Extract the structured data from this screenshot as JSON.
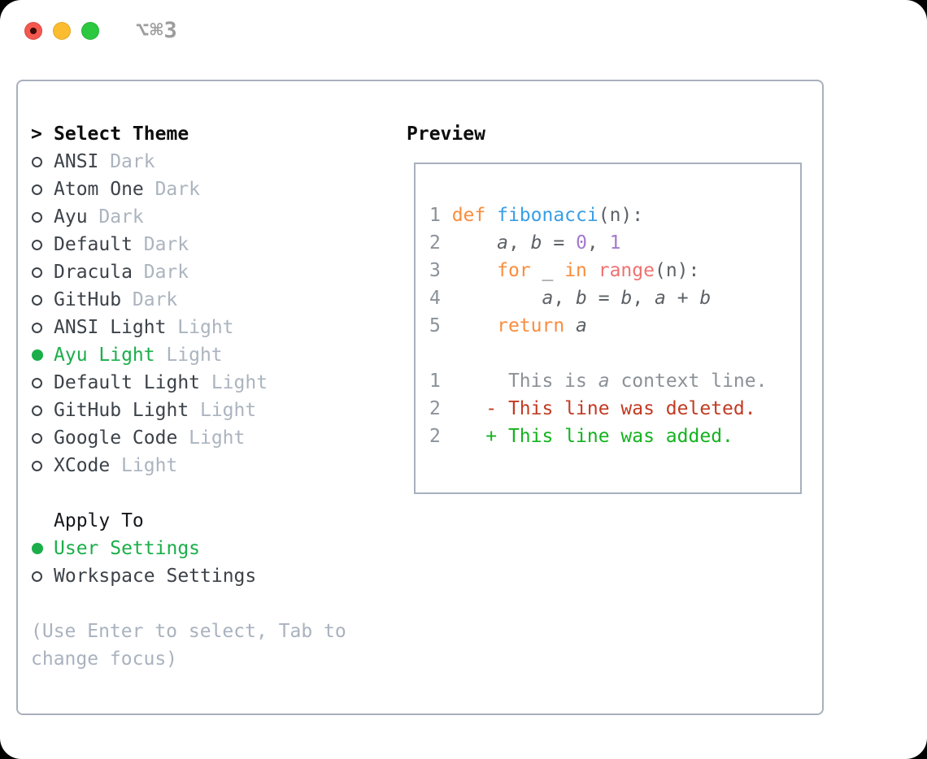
{
  "window": {
    "title": "⌥⌘3",
    "traffic_lights": [
      "close",
      "minimize",
      "zoom"
    ]
  },
  "colors": {
    "panel_border": "#a9b0bc",
    "selection_green": "#1bae4a",
    "muted_gray": "#abb4bf",
    "item_text": "#3c4249",
    "keyword_orange": "#fa8d3e",
    "function_blue": "#399ee6",
    "builtin_red": "#f07171",
    "number_purple": "#a37acc",
    "code_text": "#5c6166",
    "line_number_gray": "#8a9199",
    "diff_deleted_red": "#c23a22",
    "diff_added_green": "#13b31f",
    "traffic_red": "#f4584e",
    "traffic_yellow": "#fbbc2f",
    "traffic_green": "#2bc840"
  },
  "theme_panel": {
    "prompt": ">",
    "title": "Select Theme",
    "themes": [
      {
        "name": "ANSI",
        "tag": "Dark",
        "selected": false
      },
      {
        "name": "Atom One",
        "tag": "Dark",
        "selected": false
      },
      {
        "name": "Ayu",
        "tag": "Dark",
        "selected": false
      },
      {
        "name": "Default",
        "tag": "Dark",
        "selected": false
      },
      {
        "name": "Dracula",
        "tag": "Dark",
        "selected": false
      },
      {
        "name": "GitHub",
        "tag": "Dark",
        "selected": false
      },
      {
        "name": "ANSI Light",
        "tag": "Light",
        "selected": false
      },
      {
        "name": "Ayu Light",
        "tag": "Light",
        "selected": true
      },
      {
        "name": "Default Light",
        "tag": "Light",
        "selected": false
      },
      {
        "name": "GitHub Light",
        "tag": "Light",
        "selected": false
      },
      {
        "name": "Google Code",
        "tag": "Light",
        "selected": false
      },
      {
        "name": "XCode",
        "tag": "Light",
        "selected": false
      }
    ],
    "apply_to": {
      "title": "Apply To",
      "options": [
        {
          "label": "User Settings",
          "selected": true
        },
        {
          "label": "Workspace Settings",
          "selected": false
        }
      ]
    },
    "help": "(Use Enter to select, Tab to change focus)"
  },
  "preview": {
    "title": "Preview",
    "lines": [
      {
        "segs": [
          {
            "s": "num",
            "t": "1 "
          },
          {
            "s": "kw",
            "t": "def "
          },
          {
            "s": "fn",
            "t": "fibonacci"
          },
          {
            "s": "tx",
            "t": "(n):"
          }
        ]
      },
      {
        "segs": [
          {
            "s": "num",
            "t": "2 "
          },
          {
            "s": "tx",
            "t": "    "
          },
          {
            "s": "vr",
            "t": "a"
          },
          {
            "s": "tx",
            "t": ", "
          },
          {
            "s": "vr",
            "t": "b"
          },
          {
            "s": "tx",
            "t": " = "
          },
          {
            "s": "ct",
            "t": "0"
          },
          {
            "s": "tx",
            "t": ", "
          },
          {
            "s": "ct",
            "t": "1"
          }
        ]
      },
      {
        "segs": [
          {
            "s": "num",
            "t": "3 "
          },
          {
            "s": "tx",
            "t": "    "
          },
          {
            "s": "kw",
            "t": "for "
          },
          {
            "s": "tx",
            "t": "_ "
          },
          {
            "s": "kw",
            "t": "in "
          },
          {
            "s": "bi",
            "t": "range"
          },
          {
            "s": "tx",
            "t": "(n):"
          }
        ]
      },
      {
        "segs": [
          {
            "s": "num",
            "t": "4 "
          },
          {
            "s": "tx",
            "t": "        "
          },
          {
            "s": "vr",
            "t": "a"
          },
          {
            "s": "tx",
            "t": ", "
          },
          {
            "s": "vr",
            "t": "b"
          },
          {
            "s": "tx",
            "t": " = "
          },
          {
            "s": "vr",
            "t": "b"
          },
          {
            "s": "tx",
            "t": ", "
          },
          {
            "s": "vr",
            "t": "a"
          },
          {
            "s": "tx",
            "t": " + "
          },
          {
            "s": "vr",
            "t": "b"
          }
        ]
      },
      {
        "segs": [
          {
            "s": "num",
            "t": "5 "
          },
          {
            "s": "tx",
            "t": "    "
          },
          {
            "s": "kw",
            "t": "return "
          },
          {
            "s": "vr",
            "t": "a"
          }
        ]
      },
      {
        "segs": [
          {
            "s": "tx",
            "t": ""
          }
        ]
      },
      {
        "segs": [
          {
            "s": "num",
            "t": "1"
          },
          {
            "s": "cx",
            "t": "      This is "
          },
          {
            "s": "ci",
            "t": "a"
          },
          {
            "s": "cx",
            "t": " context line."
          }
        ]
      },
      {
        "segs": [
          {
            "s": "num",
            "t": "2"
          },
          {
            "s": "tx",
            "t": "    "
          },
          {
            "s": "de",
            "t": "- This line was deleted."
          }
        ]
      },
      {
        "segs": [
          {
            "s": "num",
            "t": "2"
          },
          {
            "s": "tx",
            "t": "    "
          },
          {
            "s": "ad",
            "t": "+ This line was added."
          }
        ]
      }
    ]
  }
}
